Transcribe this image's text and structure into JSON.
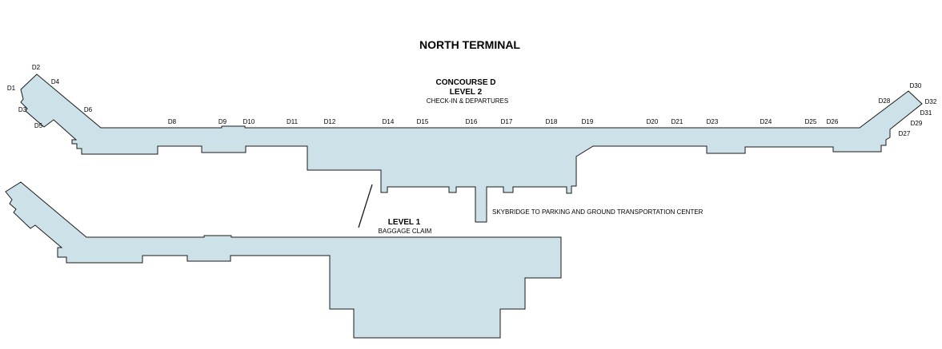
{
  "title": "NORTH TERMINAL",
  "level2": {
    "concourse": "CONCOURSE D",
    "level": "LEVEL 2",
    "subtitle": "CHECK-IN & DEPARTURES"
  },
  "level1": {
    "level": "LEVEL 1",
    "subtitle": "BAGGAGE CLAIM"
  },
  "skybridge": "SKYBRIDGE TO PARKING AND GROUND TRANSPORTATION CENTER",
  "gates": {
    "d1": "D1",
    "d2": "D2",
    "d3": "D3",
    "d4": "D4",
    "d5": "D5",
    "d6": "D6",
    "d8": "D8",
    "d9": "D9",
    "d10": "D10",
    "d11": "D11",
    "d12": "D12",
    "d14": "D14",
    "d15": "D15",
    "d16": "D16",
    "d17": "D17",
    "d18": "D18",
    "d19": "D19",
    "d20": "D20",
    "d21": "D21",
    "d23": "D23",
    "d24": "D24",
    "d25": "D25",
    "d26": "D26",
    "d27": "D27",
    "d28": "D28",
    "d29": "D29",
    "d30": "D30",
    "d31": "D31",
    "d32": "D32"
  },
  "colors": {
    "building_fill": "#cde2e8",
    "outline": "#1a1a1a"
  }
}
